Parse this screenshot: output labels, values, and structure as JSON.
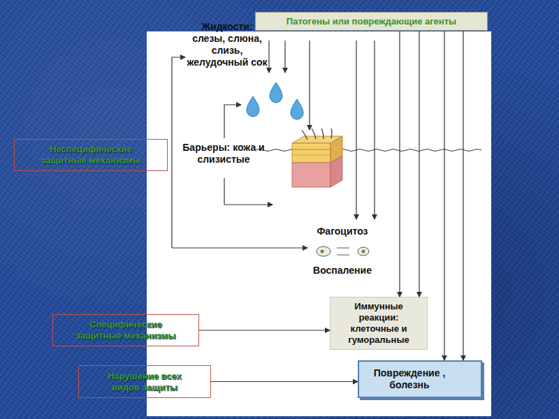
{
  "diagram": {
    "nodes": [
      {
        "text": [
          "Патогены или повреждающие агенты"
        ]
      },
      {
        "text": [
          "Неспецифические защитные механизмы"
        ]
      },
      {
        "text": [
          "Иммунные реакции: клеточные и гуморальные"
        ]
      },
      {
        "text": [
          "Специфические защитные механизмы"
        ]
      },
      {
        "text": [
          "Повреждение , болезнь"
        ]
      },
      {
        "text": [
          "Нарушение всех видов защиты"
        ]
      }
    ],
    "edges": [
      {
        "from": 0,
        "to": 2,
        "arrow": "to"
      },
      {
        "from": 0,
        "to": 2,
        "arrow": "to"
      },
      {
        "from": 0,
        "to": 4,
        "arrow": "to"
      },
      {
        "from": 0,
        "to": 4,
        "arrow": "to"
      },
      {
        "from": 3,
        "to": 2,
        "arrow": "to"
      },
      {
        "from": 5,
        "to": 4,
        "arrow": "to"
      }
    ],
    "labels": [
      "Жидкости: слезы, слюна, слизь, желудочный сок",
      "Барьеры: кожа и слизистые",
      "Фагоцитоз",
      "Воспаление"
    ]
  }
}
